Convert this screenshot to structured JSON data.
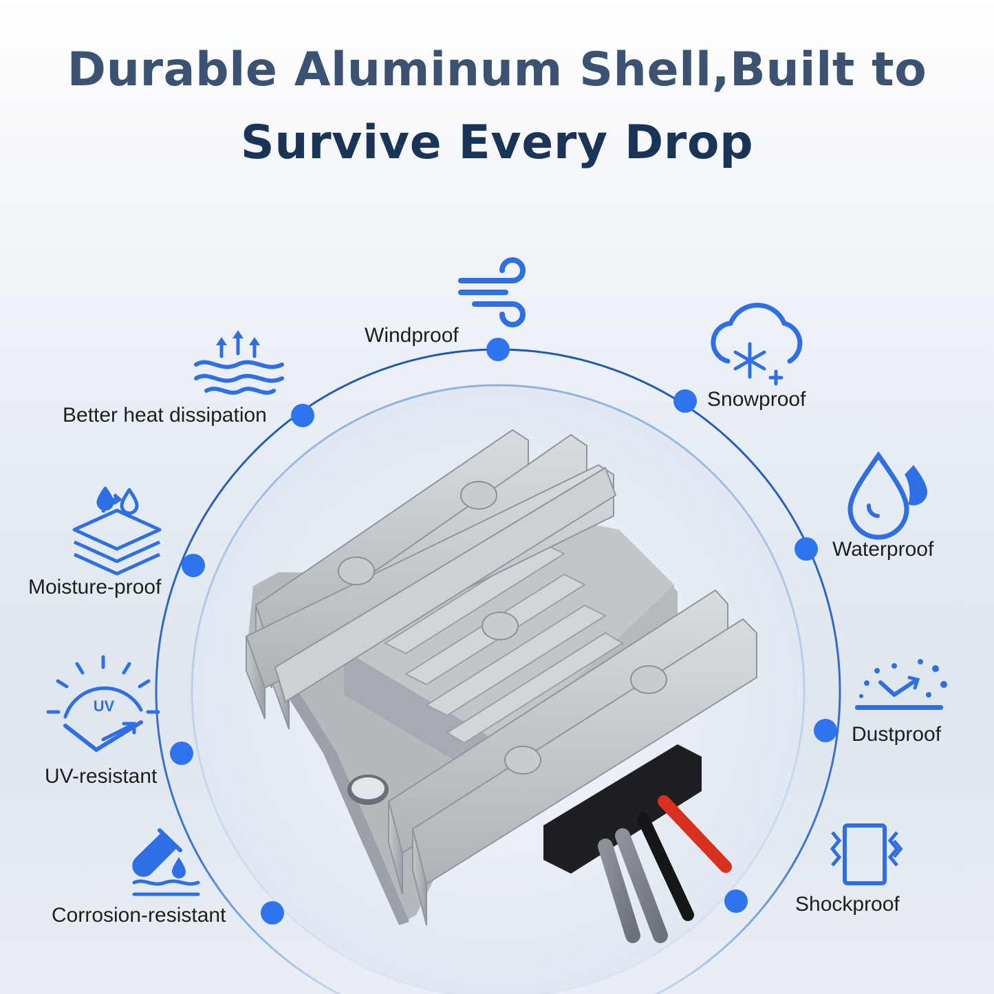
{
  "headline": {
    "line1": "Durable Aluminum Shell,Built to",
    "line2": "Survive Every Drop"
  },
  "colors": {
    "line1": "#3c5272",
    "line2": "#1a3458",
    "accent_blue": "#2f6fe6",
    "dot_blue": "#2f74ef",
    "ring": "#1d56b8",
    "shell_gray": "#b9bdc1"
  },
  "features": {
    "windproof": {
      "label": "Windproof",
      "icon": "wind-icon"
    },
    "snowproof": {
      "label": "Snowproof",
      "icon": "snow-cloud-icon"
    },
    "waterproof": {
      "label": "Waterproof",
      "icon": "water-drops-icon"
    },
    "dustproof": {
      "label": "Dustproof",
      "icon": "dust-icon"
    },
    "shockproof": {
      "label": "Shockproof",
      "icon": "vibration-phone-icon"
    },
    "heat": {
      "label": "Better heat dissipation",
      "icon": "heat-waves-icon"
    },
    "moisture": {
      "label": "Moisture-proof",
      "icon": "layered-moisture-icon"
    },
    "uv": {
      "label": "UV-resistant",
      "icon": "sun-uv-icon",
      "badge": "UV"
    },
    "corrosion": {
      "label": "Corrosion-resistant",
      "icon": "test-tube-icon"
    }
  }
}
